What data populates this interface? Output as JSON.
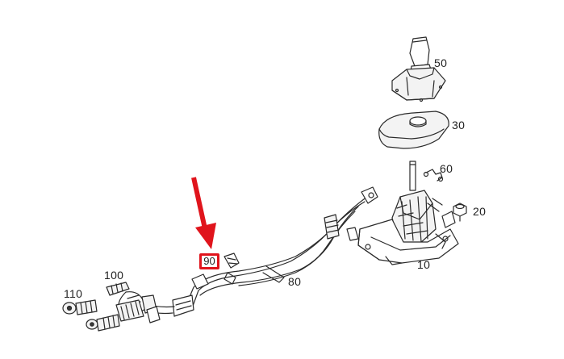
{
  "callouts": {
    "c10": "10",
    "c20": "20",
    "c30": "30",
    "c50": "50",
    "c60": "60",
    "c80": "80",
    "c90": "90",
    "c100": "100",
    "c110": "110"
  },
  "highlight": {
    "label": "90",
    "box_color": "#e0141c",
    "arrow_color": "#e0141c"
  }
}
